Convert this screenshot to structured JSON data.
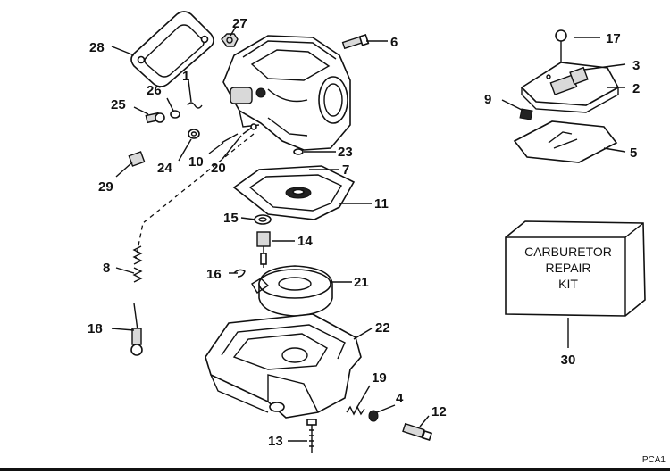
{
  "callouts": [
    {
      "id": "label-1",
      "text": "1"
    },
    {
      "id": "label-2",
      "text": "2"
    },
    {
      "id": "label-3",
      "text": "3"
    },
    {
      "id": "label-4",
      "text": "4"
    },
    {
      "id": "label-5",
      "text": "5"
    },
    {
      "id": "label-6",
      "text": "6"
    },
    {
      "id": "label-7",
      "text": "7"
    },
    {
      "id": "label-8",
      "text": "8"
    },
    {
      "id": "label-9",
      "text": "9"
    },
    {
      "id": "label-10",
      "text": "10"
    },
    {
      "id": "label-11",
      "text": "11"
    },
    {
      "id": "label-12",
      "text": "12"
    },
    {
      "id": "label-13",
      "text": "13"
    },
    {
      "id": "label-14",
      "text": "14"
    },
    {
      "id": "label-15",
      "text": "15"
    },
    {
      "id": "label-16",
      "text": "16"
    },
    {
      "id": "label-17",
      "text": "17"
    },
    {
      "id": "label-18",
      "text": "18"
    },
    {
      "id": "label-19",
      "text": "19"
    },
    {
      "id": "label-20",
      "text": "20"
    },
    {
      "id": "label-21",
      "text": "21"
    },
    {
      "id": "label-22",
      "text": "22"
    },
    {
      "id": "label-23",
      "text": "23"
    },
    {
      "id": "label-24",
      "text": "24"
    },
    {
      "id": "label-25",
      "text": "25"
    },
    {
      "id": "label-26",
      "text": "26"
    },
    {
      "id": "label-27",
      "text": "27"
    },
    {
      "id": "label-28",
      "text": "28"
    },
    {
      "id": "label-29",
      "text": "29"
    },
    {
      "id": "label-30",
      "text": "30"
    }
  ],
  "kit_box": {
    "line1": "CARBURETOR",
    "line2": "REPAIR",
    "line3": "KIT"
  },
  "figure_code": "PCA1"
}
